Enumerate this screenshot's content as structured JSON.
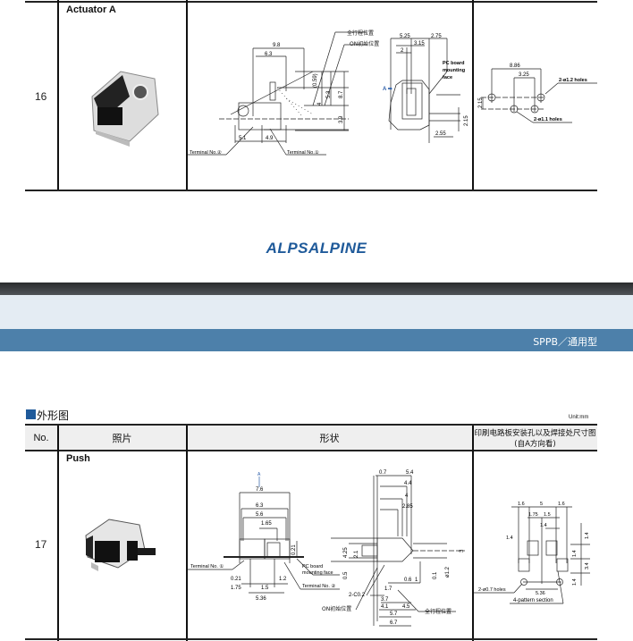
{
  "brand": {
    "logo": "ALPSALPINE",
    "color": "#1f5a9a"
  },
  "banner": {
    "breadcrumb": "SPPB／通用型"
  },
  "section": {
    "title": "外形图",
    "unit": "Unit:mm"
  },
  "table_header": {
    "no": "No.",
    "photo": "照片",
    "shape": "形状",
    "pcb": "印刷电路板安装孔以及焊接处尺寸图",
    "pcb_sub": "(自A方向看)"
  },
  "row16": {
    "no": "16",
    "name": "Actuator A",
    "dims": {
      "d98": "9.8",
      "d63": "6.3",
      "d059": "(0.59)",
      "d4": "4",
      "d53": "5.3",
      "d87": "8.7",
      "d39": "3.9",
      "d51": "5.1",
      "d49": "4.9",
      "full": "全行程位置",
      "on": "ON初始位置",
      "t2": "Terminal No.②",
      "t1": "Terminal No.①",
      "d525": "5.25",
      "d275": "2.75",
      "d315": "3.15",
      "d2": "2",
      "pcb1": "PC board",
      "pcb2": "mounting",
      "pcb3": "face",
      "a": "A ➡",
      "d215": "2.15",
      "d255": "2.55"
    },
    "pcb": {
      "d886": "8.86",
      "d325": "3.25",
      "d215": "2.15",
      "h12": "2-ø1.2 holes",
      "h11": "2-ø1.1 holes"
    }
  },
  "row17": {
    "no": "17",
    "name": "Push",
    "dims": {
      "a": "A",
      "d76": "7.6",
      "d63": "6.3",
      "d56": "5.6",
      "d165": "1.65",
      "d021": "0.21",
      "t1": "Terminal No. ①",
      "pcb1": "PC board",
      "pcb2": "mounting face",
      "d021b": "0.21",
      "d12": "1.2",
      "d175": "1.75",
      "d15": "1.5",
      "d536": "5.36",
      "t2": "Terminal No. ②",
      "d07": "0.7",
      "d54": "5.4",
      "d44": "4.4",
      "d4": "4",
      "d285": "2.85",
      "d425": "4.25",
      "d21": "2.1",
      "d05": "0.5",
      "d06": "0.6",
      "d1": "1",
      "d01": "0.1",
      "d12b": "ø1.2",
      "d3": "3",
      "c02": "2-C0.2",
      "d17": "1.7",
      "d37": "3.7",
      "d41": "4.1",
      "d45": "4.5",
      "d57": "5.7",
      "d67": "6.7",
      "on": "ON初始位置",
      "full": "全行程位置"
    },
    "pcb": {
      "d16a": "1.6",
      "d5": "5",
      "d16b": "1.6",
      "d175": "1.75",
      "d15": "1.5",
      "d14a": "1.4",
      "d14b": "1.4",
      "d14c": "1.4",
      "d14d": "1.4",
      "d34": "3.4",
      "d14e": "1.4",
      "holes": "2-ø0.7 holes",
      "d536": "5.36",
      "pattern": "4-pattern section"
    }
  }
}
